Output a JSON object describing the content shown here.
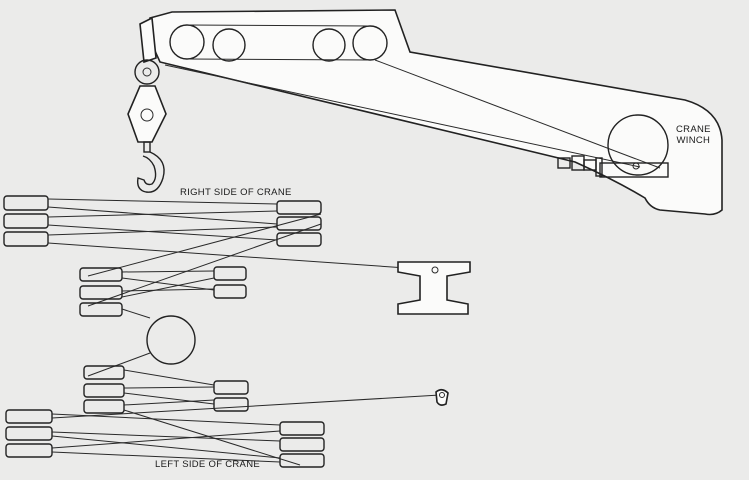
{
  "labels": {
    "winch_line1": "CRANE",
    "winch_line2": "WINCH",
    "right_side": "RIGHT SIDE OF CRANE",
    "left_side": "LEFT SIDE OF CRANE"
  },
  "colors": {
    "background": "#ebebea",
    "line": "#222222",
    "fill": "#fbfbfa"
  }
}
